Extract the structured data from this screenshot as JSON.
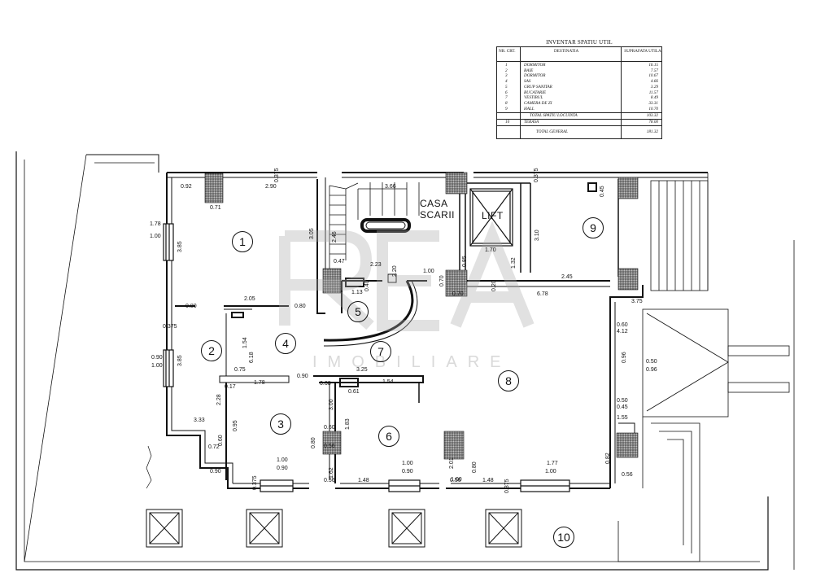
{
  "inventory": {
    "title": "INVENTAR SPATIU UTIL",
    "headers": {
      "nr": "NR. CRT.",
      "destinatia": "DESTINATIA",
      "suprafata": "SUPRAFATA UTILA"
    },
    "rows": [
      {
        "nr": "1",
        "name": "DORMITOR",
        "area": "16.15"
      },
      {
        "nr": "2",
        "name": "BAIE",
        "area": "7.57"
      },
      {
        "nr": "3",
        "name": "DORMITOR",
        "area": "10.67"
      },
      {
        "nr": "4",
        "name": "SAS",
        "area": "4.66"
      },
      {
        "nr": "5",
        "name": "GRUP SANITAR",
        "area": "3.29"
      },
      {
        "nr": "6",
        "name": "BUCATARIE",
        "area": "11.57"
      },
      {
        "nr": "7",
        "name": "VESTIBUL",
        "area": "8.49"
      },
      {
        "nr": "8",
        "name": "CAMERA DE ZI",
        "area": "33.31"
      },
      {
        "nr": "9",
        "name": "HALL",
        "area": "10.70"
      }
    ],
    "total_locuinta_label": "TOTAL SPATIU LOCUINTA",
    "total_locuinta_value": "103.32",
    "terrace": {
      "nr": "10",
      "name": "TERASA",
      "area": "78.00"
    },
    "total_general_label": "TOTAL GENERAL",
    "total_general_value": "181.32"
  },
  "plan": {
    "casa_scarii": [
      "CASA",
      "SCARII"
    ],
    "lift": "LIFT",
    "rooms": [
      "1",
      "2",
      "3",
      "4",
      "5",
      "6",
      "7",
      "8",
      "9",
      "10"
    ],
    "dimensions": [
      "0.92",
      "2.90",
      "0.375",
      "3.66",
      "0.375",
      "0.71",
      "1.78",
      "1.00",
      "3.85",
      "3.05",
      "2.46",
      "0.47",
      "2.23",
      "2.20",
      "1.13",
      "0.40",
      "1.00",
      "0.85",
      "0.70",
      "0.70",
      "1.70",
      "1.32",
      "3.10",
      "0.45",
      "2.45",
      "0.20",
      "6.78",
      "3.75",
      "0.80",
      "2.05",
      "0.80",
      "0.375",
      "1.54",
      "6.18",
      "0.90",
      "1.00",
      "3.85",
      "0.75",
      "1.78",
      "0.90",
      "0.17",
      "0.68",
      "3.25",
      "1.54",
      "0.61",
      "0.60",
      "0.56",
      "0.60",
      "4.12",
      "0.96",
      "0.50",
      "0.96",
      "0.50",
      "0.45",
      "1.55",
      "2.28",
      "3.00",
      "1.83",
      "3.33",
      "0.95",
      "0.60",
      "0.72",
      "0.80",
      "1.62",
      "2.01",
      "0.82",
      "0.56",
      "1.00",
      "0.90",
      "1.00",
      "0.90",
      "1.00",
      "0.90",
      "0.80",
      "1.77",
      "1.00",
      "0.375",
      "0.56",
      "1.48",
      "0.56",
      "1.48",
      "0.375"
    ]
  },
  "watermark": {
    "letters": "REA",
    "subtitle": "IMOBILIARE"
  }
}
